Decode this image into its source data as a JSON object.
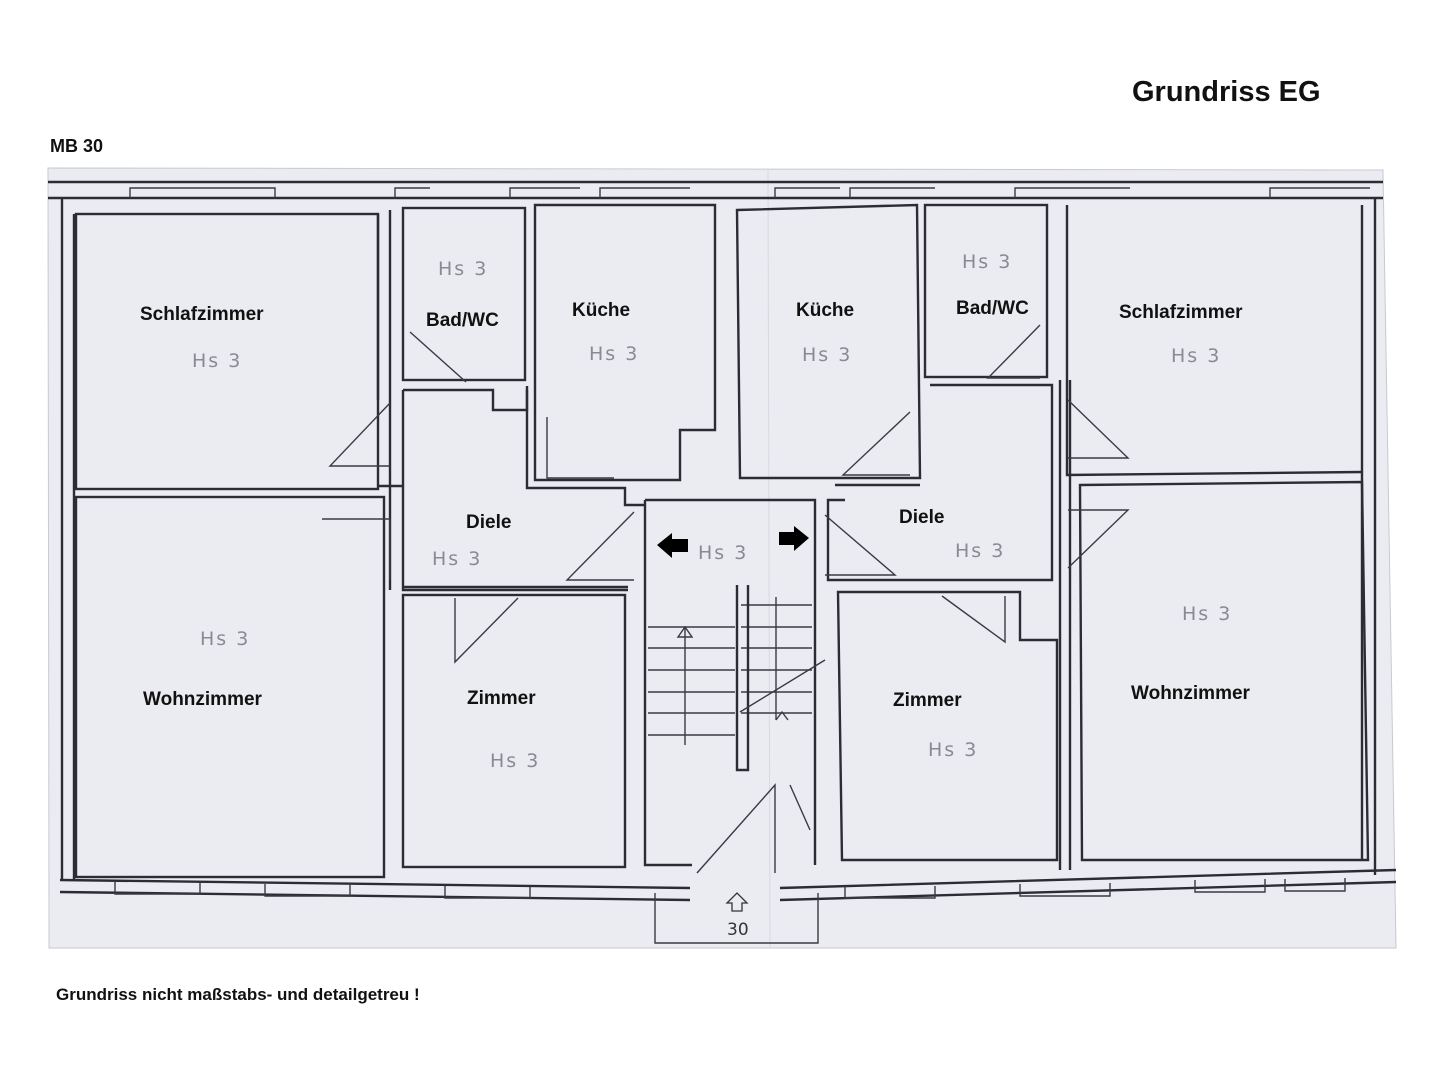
{
  "header": {
    "title": "Grundriss EG",
    "building": "MB 30"
  },
  "footer": {
    "note": "Grundriss nicht maßstabs- und detailgetreu !"
  },
  "plan": {
    "room_code": "Hs 3",
    "house_number": "30",
    "rooms": {
      "left_schlafzimmer": "Schlafzimmer",
      "left_bad": "Bad/WC",
      "left_kueche": "Küche",
      "right_kueche": "Küche",
      "right_bad": "Bad/WC",
      "right_schlafzimmer": "Schlafzimmer",
      "left_diele": "Diele",
      "right_diele": "Diele",
      "left_wohnzimmer": "Wohnzimmer",
      "left_zimmer": "Zimmer",
      "right_zimmer": "Zimmer",
      "right_wohnzimmer": "Wohnzimmer"
    }
  }
}
